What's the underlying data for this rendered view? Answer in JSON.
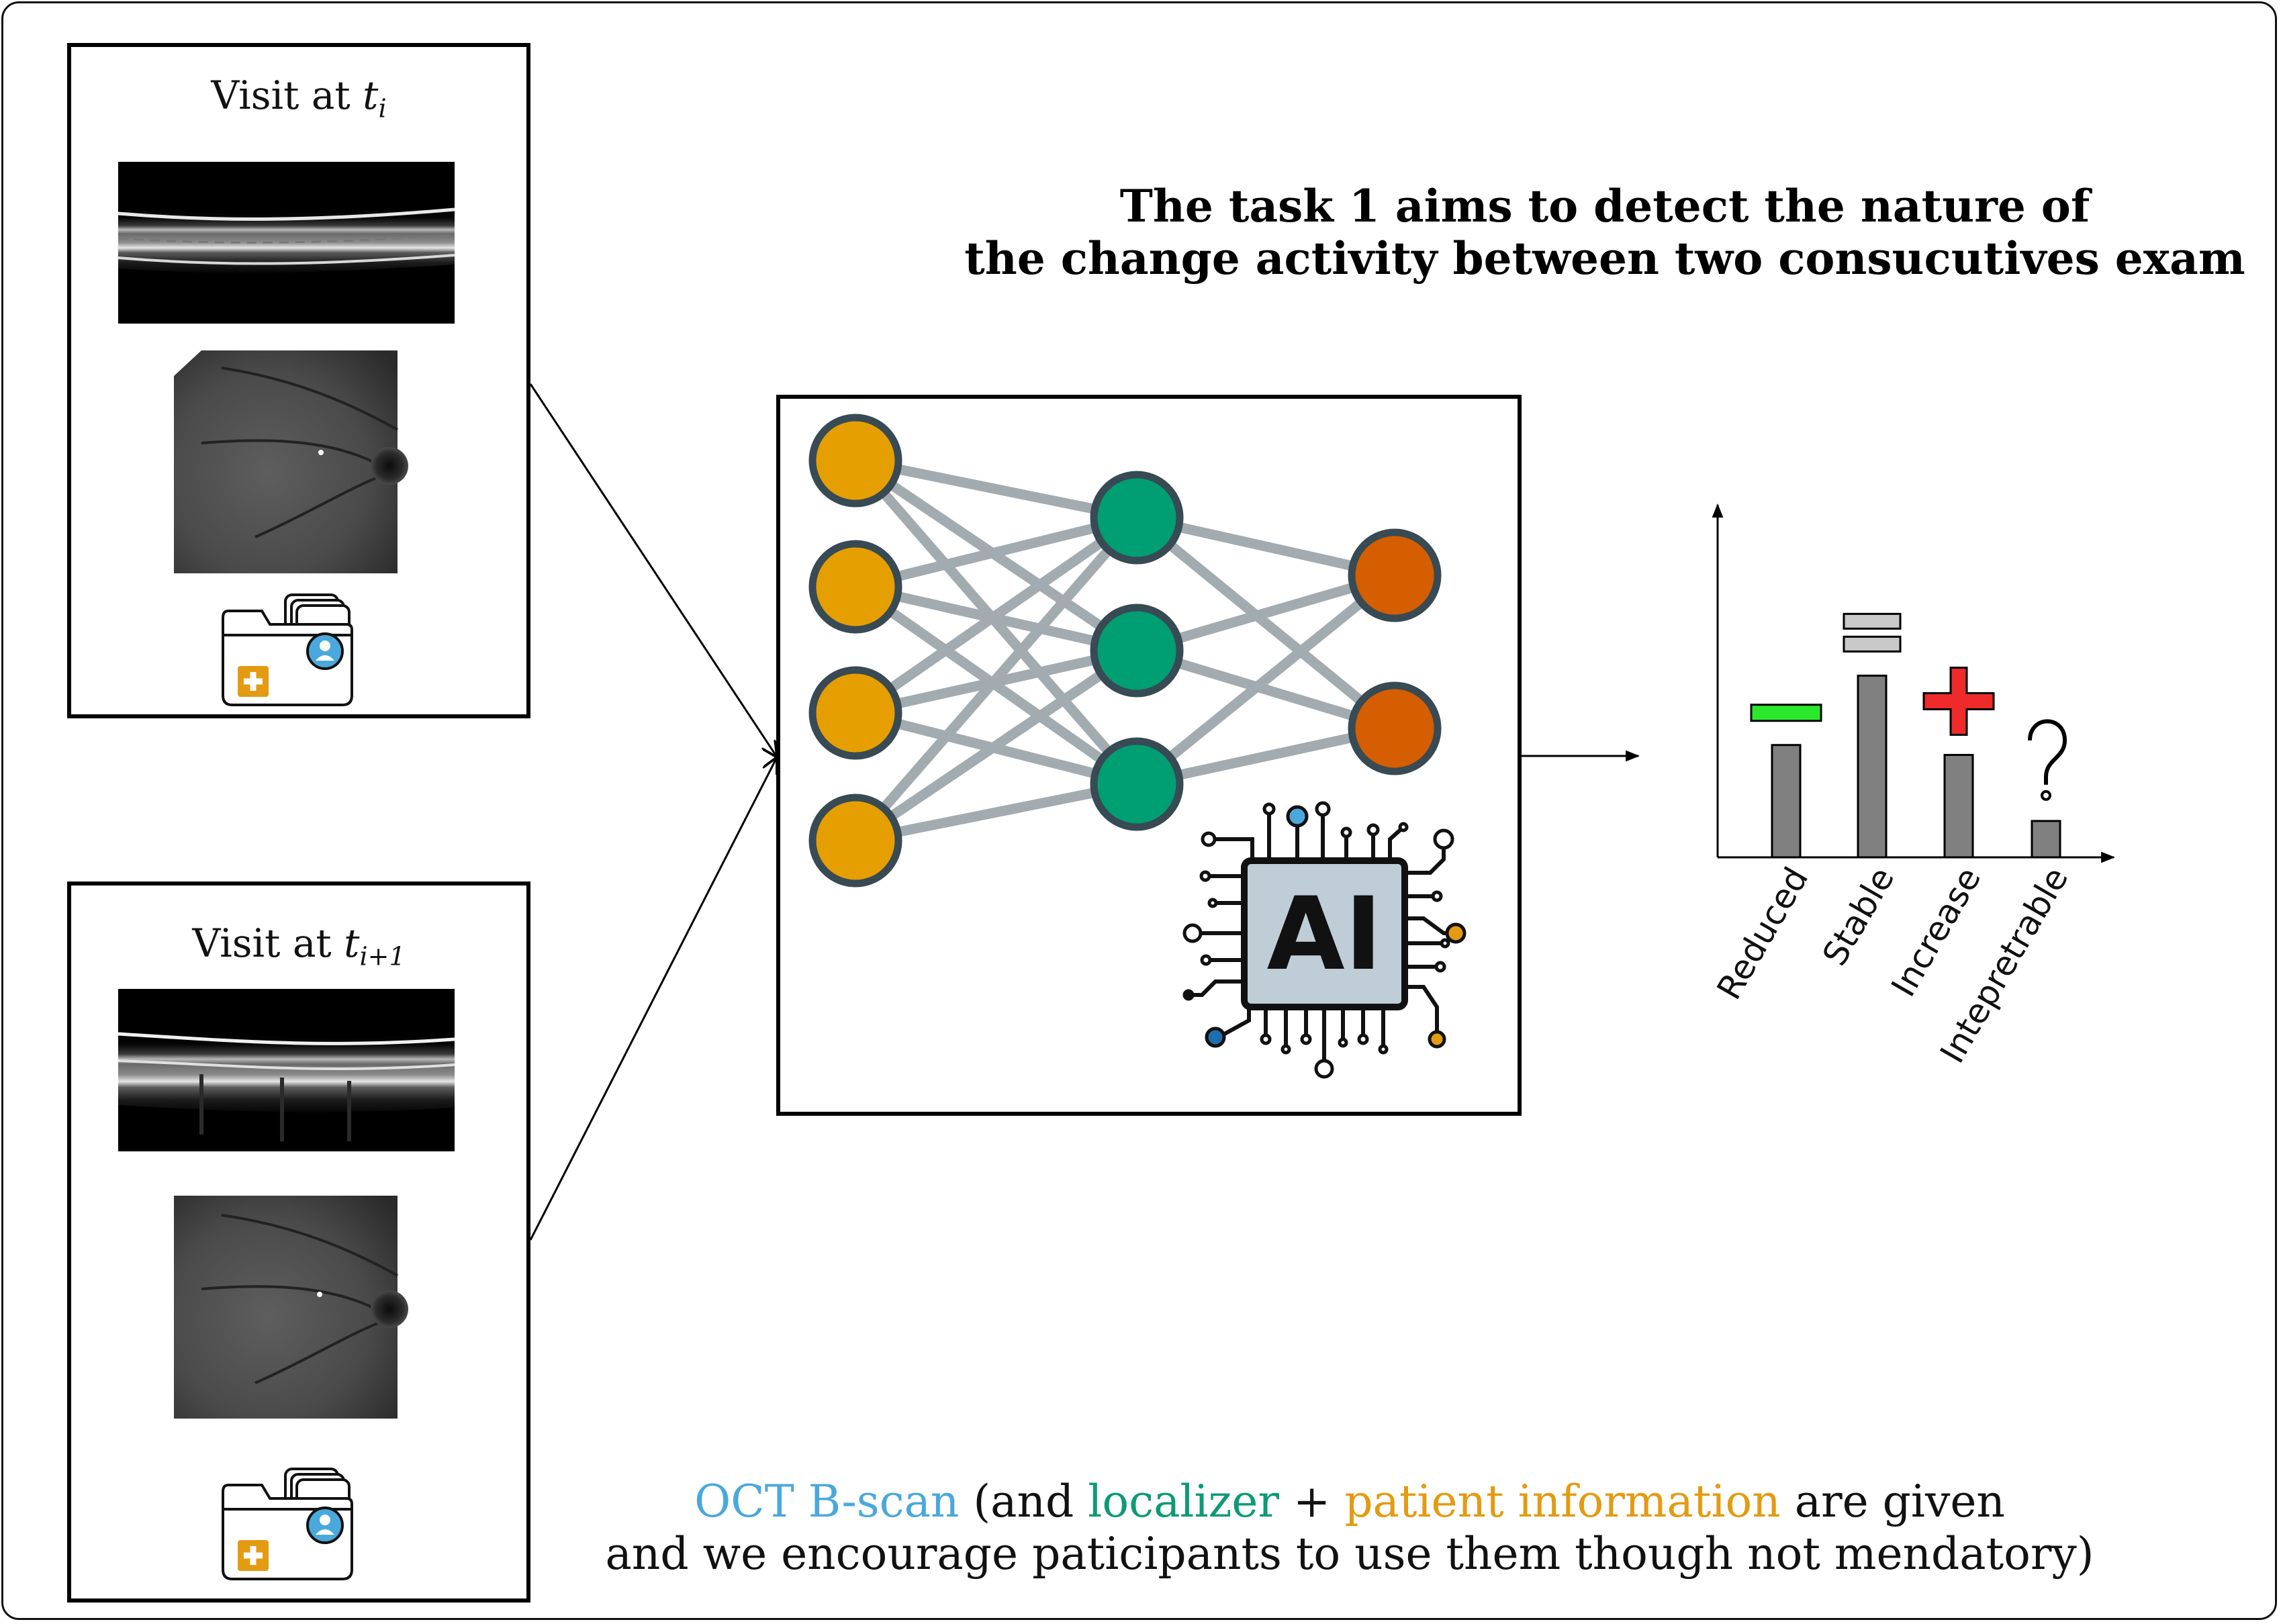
{
  "title": {
    "line1": "The task 1 aims to detect the nature of",
    "line2": "the change activity between two consucutives exam"
  },
  "visit_1": {
    "prefix": "Visit at",
    "var": "t",
    "sub": "i"
  },
  "visit_2": {
    "prefix": "Visit at",
    "var": "t",
    "sub": "i+1"
  },
  "ai_chip_label": "AI",
  "colors": {
    "input_node": "#e69f00",
    "hidden_node": "#009e73",
    "output_node": "#d55e00",
    "edge": "#a2abb0",
    "node_border": "#384a54",
    "chip_fill": "#bfcdd6",
    "bar": "#808080",
    "reduced_symbol": "#2ce82c",
    "stable_symbol": "#c9c9c9",
    "increase_symbol": "#ee2a2a",
    "oct_text": "#4aa8dc",
    "localizer_text": "#0d9a77",
    "patient_text": "#e39b12"
  },
  "chart_data": {
    "type": "bar",
    "categories": [
      "Reduced",
      "Stable",
      "Increase",
      "Intepretrable"
    ],
    "values": [
      0.34,
      0.55,
      0.31,
      0.11
    ],
    "symbols": [
      "minus",
      "equals",
      "plus",
      "question"
    ],
    "title": "",
    "xlabel": "",
    "ylabel": "",
    "ylim": [
      0,
      1
    ],
    "grid": false
  },
  "caption": {
    "oct": "OCT B-scan",
    "paren_and": "(and",
    "localizer": "localizer",
    "plus": "+",
    "patient": "patient information",
    "given": "are given",
    "line2": "and we encourage paticipants to use them though not mendatory)"
  }
}
